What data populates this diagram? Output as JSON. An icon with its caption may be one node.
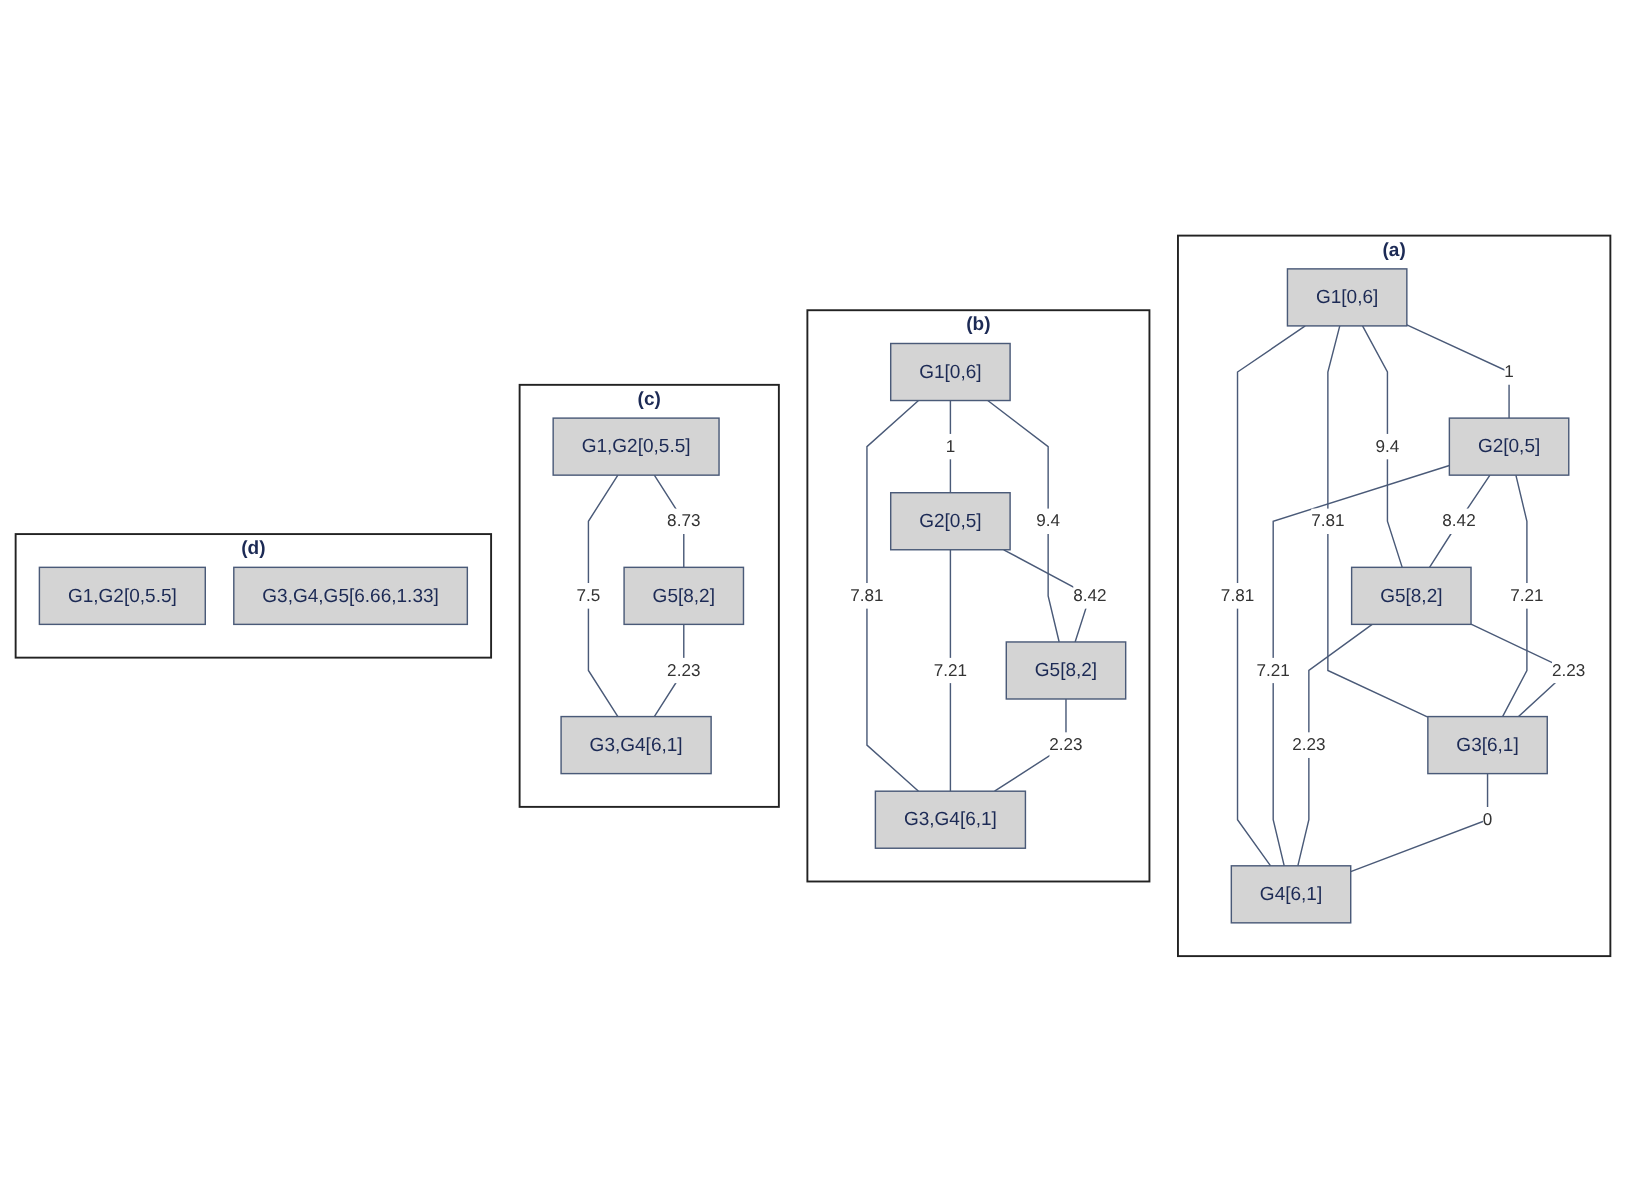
{
  "diagram": {
    "nodes": [
      {
        "text": [
          "(a)"
        ]
      },
      {
        "text": [
          "G1[0,6]"
        ],
        "in": 0
      },
      {
        "text": [
          "G2[0,5]"
        ],
        "in": 0
      },
      {
        "text": [
          "G5[8,2]"
        ],
        "in": 0
      },
      {
        "text": [
          "G3[6,1]"
        ],
        "in": 0
      },
      {
        "text": [
          "G4[6,1]"
        ],
        "in": 0
      },
      {
        "text": [
          "(b)"
        ]
      },
      {
        "text": [
          "G1[0,6]"
        ],
        "in": 6
      },
      {
        "text": [
          "G2[0,5]"
        ],
        "in": 6
      },
      {
        "text": [
          "G5[8,2]"
        ],
        "in": 6
      },
      {
        "text": [
          "G3,G4[6,1]"
        ],
        "in": 6
      },
      {
        "text": [
          "(c)"
        ]
      },
      {
        "text": [
          "G1,G2[0,5.5]"
        ],
        "in": 11
      },
      {
        "text": [
          "G5[8,2]"
        ],
        "in": 11
      },
      {
        "text": [
          "G3,G4[6,1]"
        ],
        "in": 11
      },
      {
        "text": [
          "(d)"
        ]
      },
      {
        "text": [
          "G1,G2[0,5.5]"
        ],
        "in": 15
      },
      {
        "text": [
          "G3,G4,G5[6.66,1.33]"
        ],
        "in": 15
      }
    ],
    "edges": [
      {
        "from": 1,
        "to": 2,
        "arrow": "none",
        "label": "1"
      },
      {
        "from": 1,
        "to": 3,
        "arrow": "none",
        "label": "9.4"
      },
      {
        "from": 2,
        "to": 3,
        "arrow": "none",
        "label": "8.42"
      },
      {
        "from": 1,
        "to": 4,
        "arrow": "none",
        "label": "7.81"
      },
      {
        "from": 1,
        "to": 5,
        "arrow": "none",
        "label": "7.81"
      },
      {
        "from": 2,
        "to": 4,
        "arrow": "none",
        "label": "7.21"
      },
      {
        "from": 2,
        "to": 5,
        "arrow": "none",
        "label": "7.21"
      },
      {
        "from": 3,
        "to": 4,
        "arrow": "none",
        "label": "2.23"
      },
      {
        "from": 3,
        "to": 5,
        "arrow": "none",
        "label": "2.23"
      },
      {
        "from": 4,
        "to": 5,
        "arrow": "none",
        "label": "0"
      },
      {
        "from": 7,
        "to": 8,
        "arrow": "none",
        "label": "1"
      },
      {
        "from": 7,
        "to": 9,
        "arrow": "none",
        "label": "9.4"
      },
      {
        "from": 8,
        "to": 9,
        "arrow": "none",
        "label": "8.42"
      },
      {
        "from": 7,
        "to": 10,
        "arrow": "none",
        "label": "7.81"
      },
      {
        "from": 8,
        "to": 10,
        "arrow": "none",
        "label": "7.21"
      },
      {
        "from": 9,
        "to": 10,
        "arrow": "none",
        "label": "2.23"
      },
      {
        "from": 12,
        "to": 13,
        "arrow": "none",
        "label": "8.73"
      },
      {
        "from": 12,
        "to": 14,
        "arrow": "none",
        "label": "7.5"
      },
      {
        "from": 13,
        "to": 14,
        "arrow": "none",
        "label": "2.23"
      }
    ]
  }
}
